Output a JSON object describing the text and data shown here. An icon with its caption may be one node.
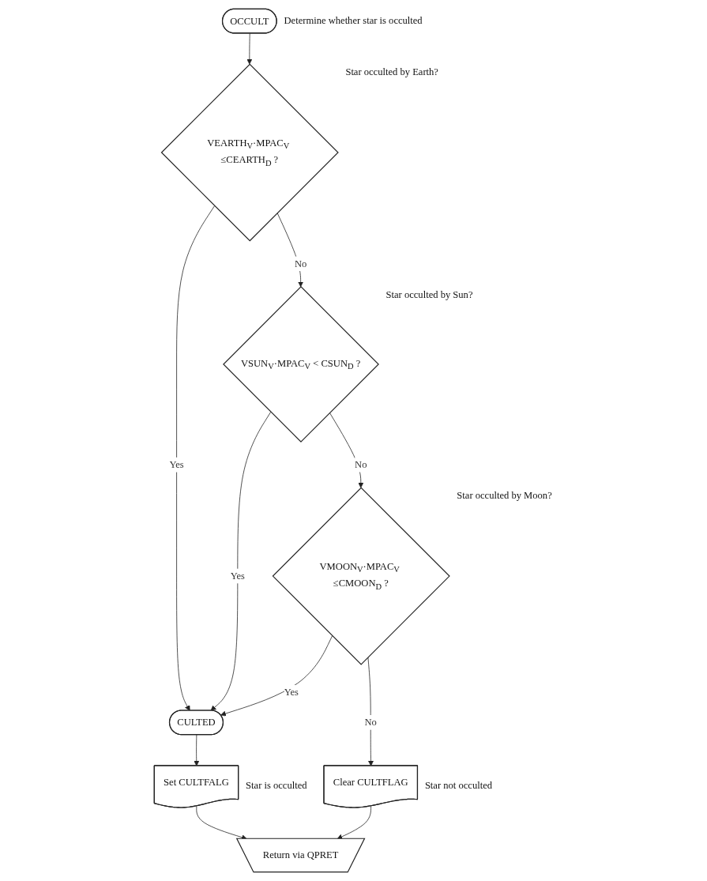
{
  "diagram": {
    "nodes": [
      {
        "text": [
          "OCCULT"
        ],
        "beside": [
          "Determine whether star is occulted"
        ]
      },
      {
        "text": [
          "VEARTH$_{V}$·MPAC$_{V}$ ≤CEARTH$_{D}$ ?"
        ],
        "beside": [
          "Star occulted by Earth?"
        ]
      },
      {
        "text": [
          "VSUN$_{V}$·MPAC$_{V}$ < CSUN$_{D}$ ?"
        ],
        "beside": [
          "Star occulted by Sun?"
        ]
      },
      {
        "text": [
          "VMOON$_{V}$·MPAC$_{V}$ ≤CMOON$_{D}$ ?"
        ],
        "beside": [
          "Star occulted by Moon?"
        ]
      },
      {
        "text": [
          "Clear CULTFLAG"
        ],
        "beside": [
          "Star not occulted"
        ]
      },
      {
        "text": [
          "CULTED"
        ]
      },
      {
        "text": [
          "Set CULTFALG"
        ],
        "beside": [
          "Star is occulted"
        ]
      },
      {
        "text": [
          "Return via QPRET"
        ]
      }
    ],
    "edges": [
      {
        "from": 0,
        "to": 1,
        "arrow": "to"
      },
      {
        "from": 1,
        "to": 5,
        "arrow": "to",
        "label": "Yes"
      },
      {
        "from": 1,
        "to": 2,
        "arrow": "to",
        "label": "No"
      },
      {
        "from": 2,
        "to": 5,
        "arrow": "to",
        "label": "Yes"
      },
      {
        "from": 2,
        "to": 3,
        "arrow": "to",
        "label": "No"
      },
      {
        "from": 3,
        "to": 5,
        "arrow": "to",
        "label": "Yes"
      },
      {
        "from": 3,
        "to": 4,
        "arrow": "to",
        "label": "No"
      },
      {
        "from": 5,
        "to": 6,
        "arrow": "to"
      },
      {
        "from": 4,
        "to": 7,
        "arrow": "to"
      },
      {
        "from": 6,
        "to": 7,
        "arrow": "to"
      }
    ]
  }
}
